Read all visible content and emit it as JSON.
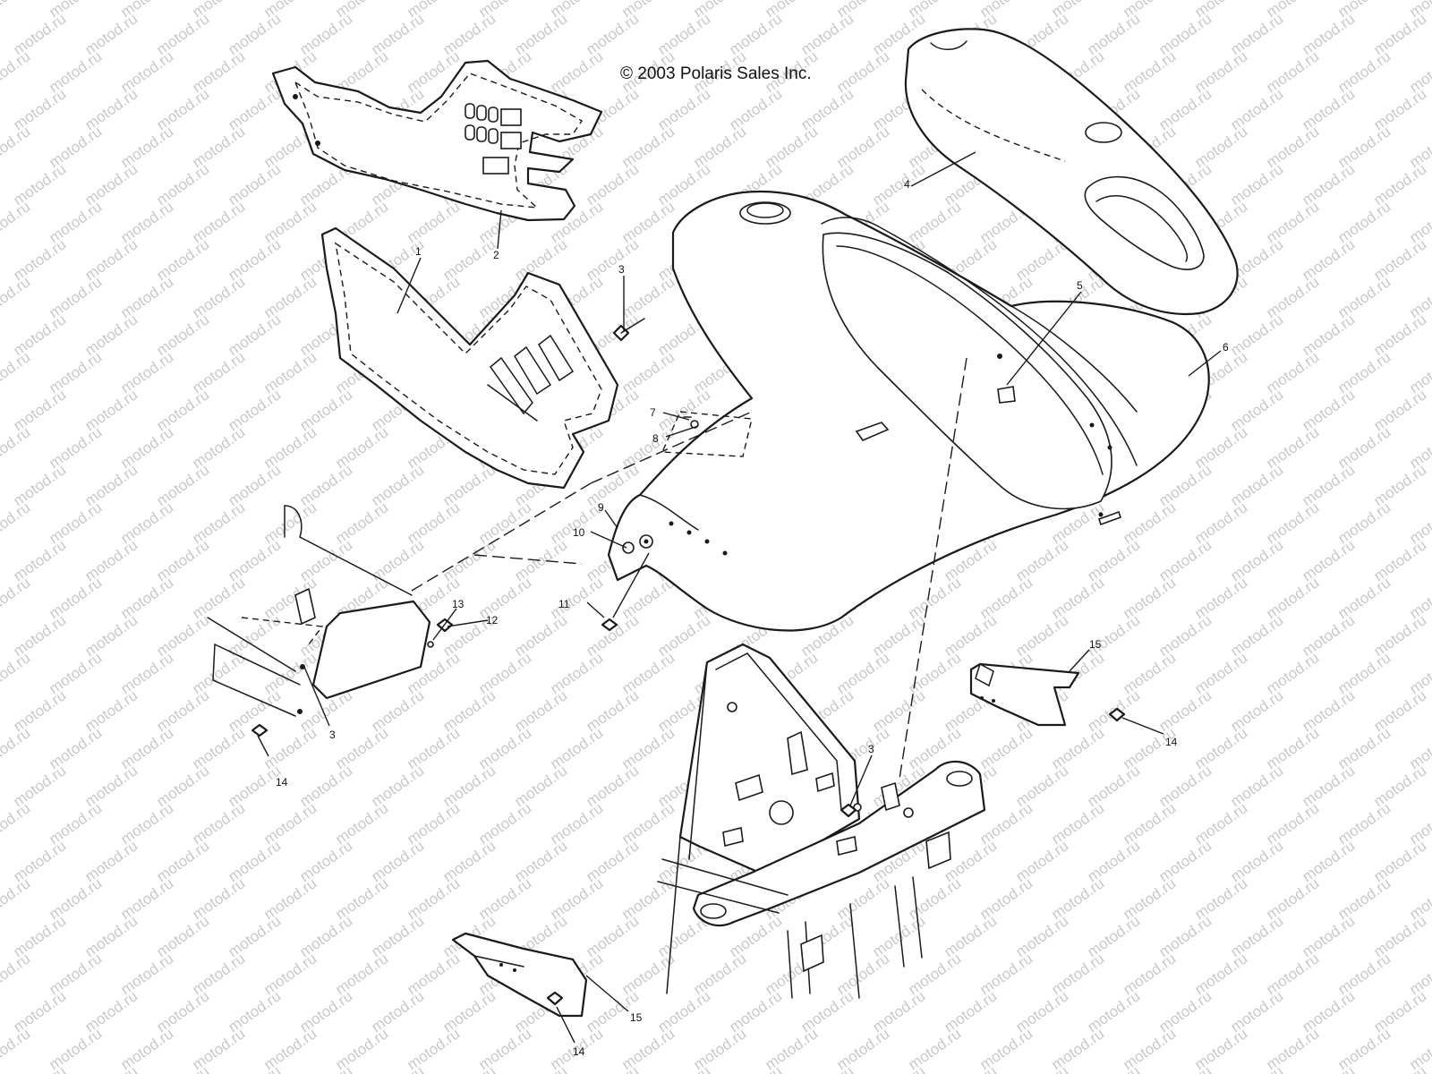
{
  "copyright": "© 2003 Polaris Sales Inc.",
  "watermark_text": "motod.ru",
  "callouts": [
    {
      "id": "c1",
      "text": "1"
    },
    {
      "id": "c2",
      "text": "2"
    },
    {
      "id": "c3a",
      "text": "3"
    },
    {
      "id": "c3b",
      "text": "3"
    },
    {
      "id": "c3c",
      "text": "3"
    },
    {
      "id": "c4",
      "text": "4"
    },
    {
      "id": "c5",
      "text": "5"
    },
    {
      "id": "c6",
      "text": "6"
    },
    {
      "id": "c7",
      "text": "7"
    },
    {
      "id": "c8",
      "text": "8"
    },
    {
      "id": "c9",
      "text": "9"
    },
    {
      "id": "c10",
      "text": "10"
    },
    {
      "id": "c11",
      "text": "11"
    },
    {
      "id": "c12",
      "text": "12"
    },
    {
      "id": "c13",
      "text": "13"
    },
    {
      "id": "c14a",
      "text": "14"
    },
    {
      "id": "c14b",
      "text": "14"
    },
    {
      "id": "c14c",
      "text": "14"
    },
    {
      "id": "c15a",
      "text": "15"
    },
    {
      "id": "c15b",
      "text": "15"
    }
  ]
}
